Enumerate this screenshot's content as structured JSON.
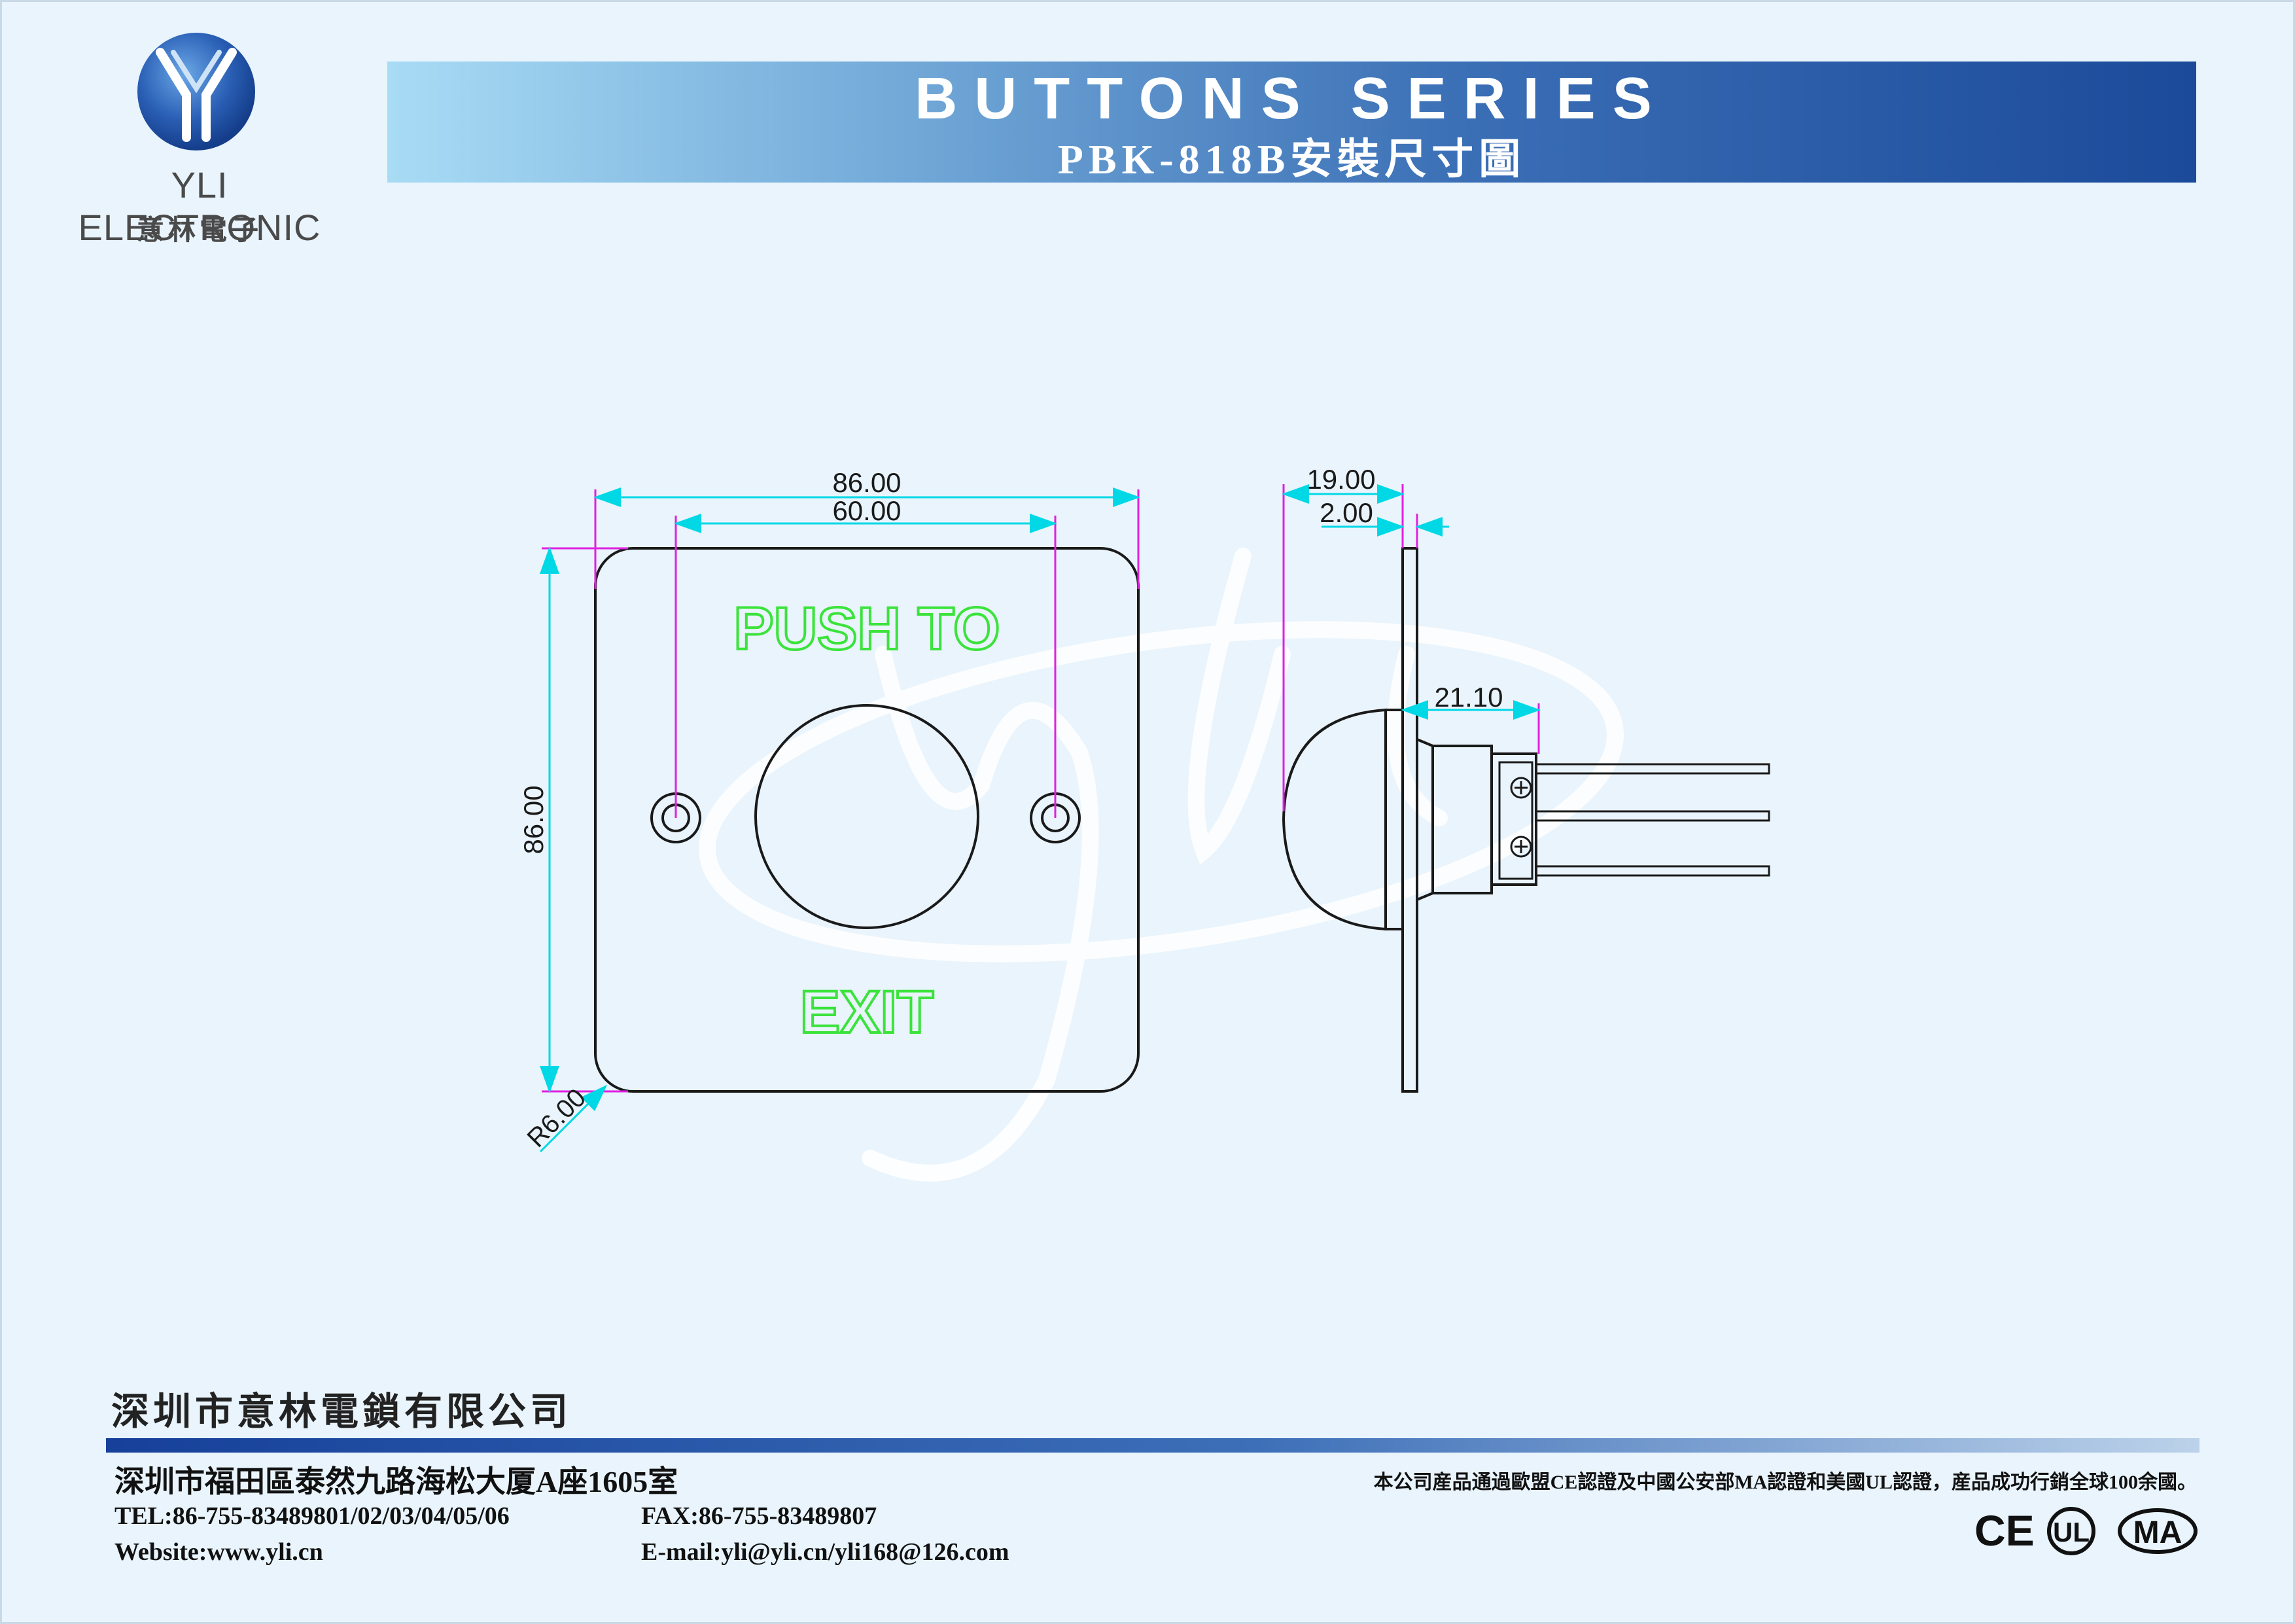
{
  "logo": {
    "mark": "Y",
    "name": "YLI ELECTRONIC",
    "name_cn": "意林電子"
  },
  "banner": {
    "title": "BUTTONS SERIES",
    "subtitle": "PBK-818B安裝尺寸圖"
  },
  "drawing": {
    "front": {
      "text_top": "PUSH TO",
      "text_bottom": "EXIT",
      "dim_width_outer": "86.00",
      "dim_width_holes": "60.00",
      "dim_height": "86.00",
      "dim_radius": "R6.00"
    },
    "side": {
      "dim_depth": "19.00",
      "dim_plate": "2.00",
      "dim_body": "21.10"
    },
    "watermark": "yli"
  },
  "footer": {
    "company": "深圳市意林電鎖有限公司",
    "address": "深圳市福田區泰然九路海松大厦A座1605室",
    "tel": "TEL:86-755-83489801/02/03/04/05/06",
    "fax": "FAX:86-755-83489807",
    "website": "Website:www.yli.cn",
    "email": "E-mail:yli@yli.cn/yli168@126.com",
    "cert_note": "本公司産品通過歐盟CE認證及中國公安部MA認證和美國UL認證，産品成功行銷全球100余國。",
    "cert_ce": "CE",
    "cert_ul": "UL",
    "cert_ma": "MA"
  },
  "colors": {
    "dimension": "#00d8e6",
    "extension": "#e020e0",
    "glow_text": "#3be33b",
    "outline": "#1a1a1a"
  }
}
